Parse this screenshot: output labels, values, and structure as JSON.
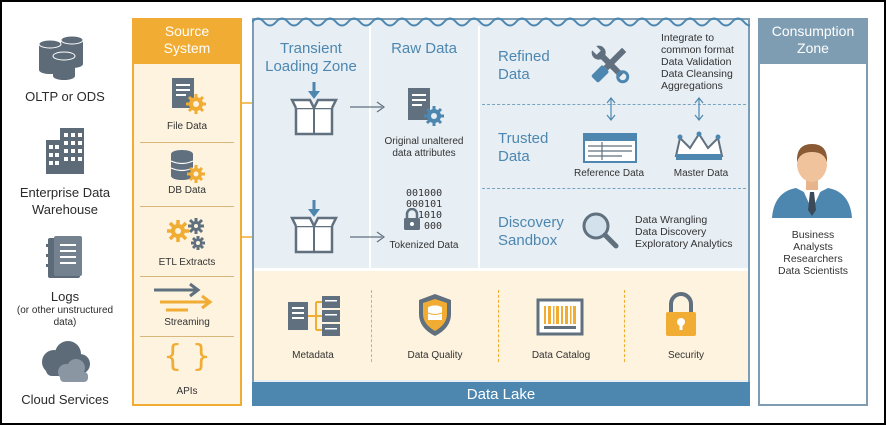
{
  "sources": {
    "oltp": "OLTP or ODS",
    "edw_line1": "Enterprise Data",
    "edw_line2": "Warehouse",
    "logs": "Logs",
    "logs_sub1": "(or other unstructured",
    "logs_sub2": "data)",
    "cloud": "Cloud Services"
  },
  "source_system": {
    "title_line1": "Source",
    "title_line2": "System",
    "items": [
      "File Data",
      "DB Data",
      "ETL Extracts",
      "Streaming",
      "APIs"
    ]
  },
  "transient": {
    "title_line1": "Transient",
    "title_line2": "Loading Zone"
  },
  "raw": {
    "title": "Raw Data",
    "desc_line1": "Original unaltered",
    "desc_line2": "data attributes",
    "binary": [
      "001000",
      "000101",
      "1010",
      "000"
    ],
    "tokenized": "Tokenized Data"
  },
  "refined": {
    "title_line1": "Refined",
    "title_line2": "Data",
    "notes": [
      "Integrate to",
      "common format",
      "Data Validation",
      "Data Cleansing",
      "Aggregations"
    ]
  },
  "trusted": {
    "title_line1": "Trusted",
    "title_line2": "Data",
    "reference": "Reference Data",
    "master": "Master Data"
  },
  "discovery": {
    "title_line1": "Discovery",
    "title_line2": "Sandbox",
    "notes": [
      "Data Wrangling",
      "Data Discovery",
      "Exploratory Analytics"
    ]
  },
  "governance": [
    "Metadata",
    "Data Quality",
    "Data Catalog",
    "Security"
  ],
  "data_lake": "Data Lake",
  "consumption": {
    "title_line1": "Consumption",
    "title_line2": "Zone",
    "users": [
      "Business",
      "Analysts",
      "Researchers",
      "Data Scientists"
    ]
  },
  "colors": {
    "orange": "#f0ac33",
    "cream": "#fdf3df",
    "blue": "#4d87b0",
    "panel": "#e7eef4",
    "slate": "#7e9db3",
    "icon_gray": "#60707e"
  }
}
